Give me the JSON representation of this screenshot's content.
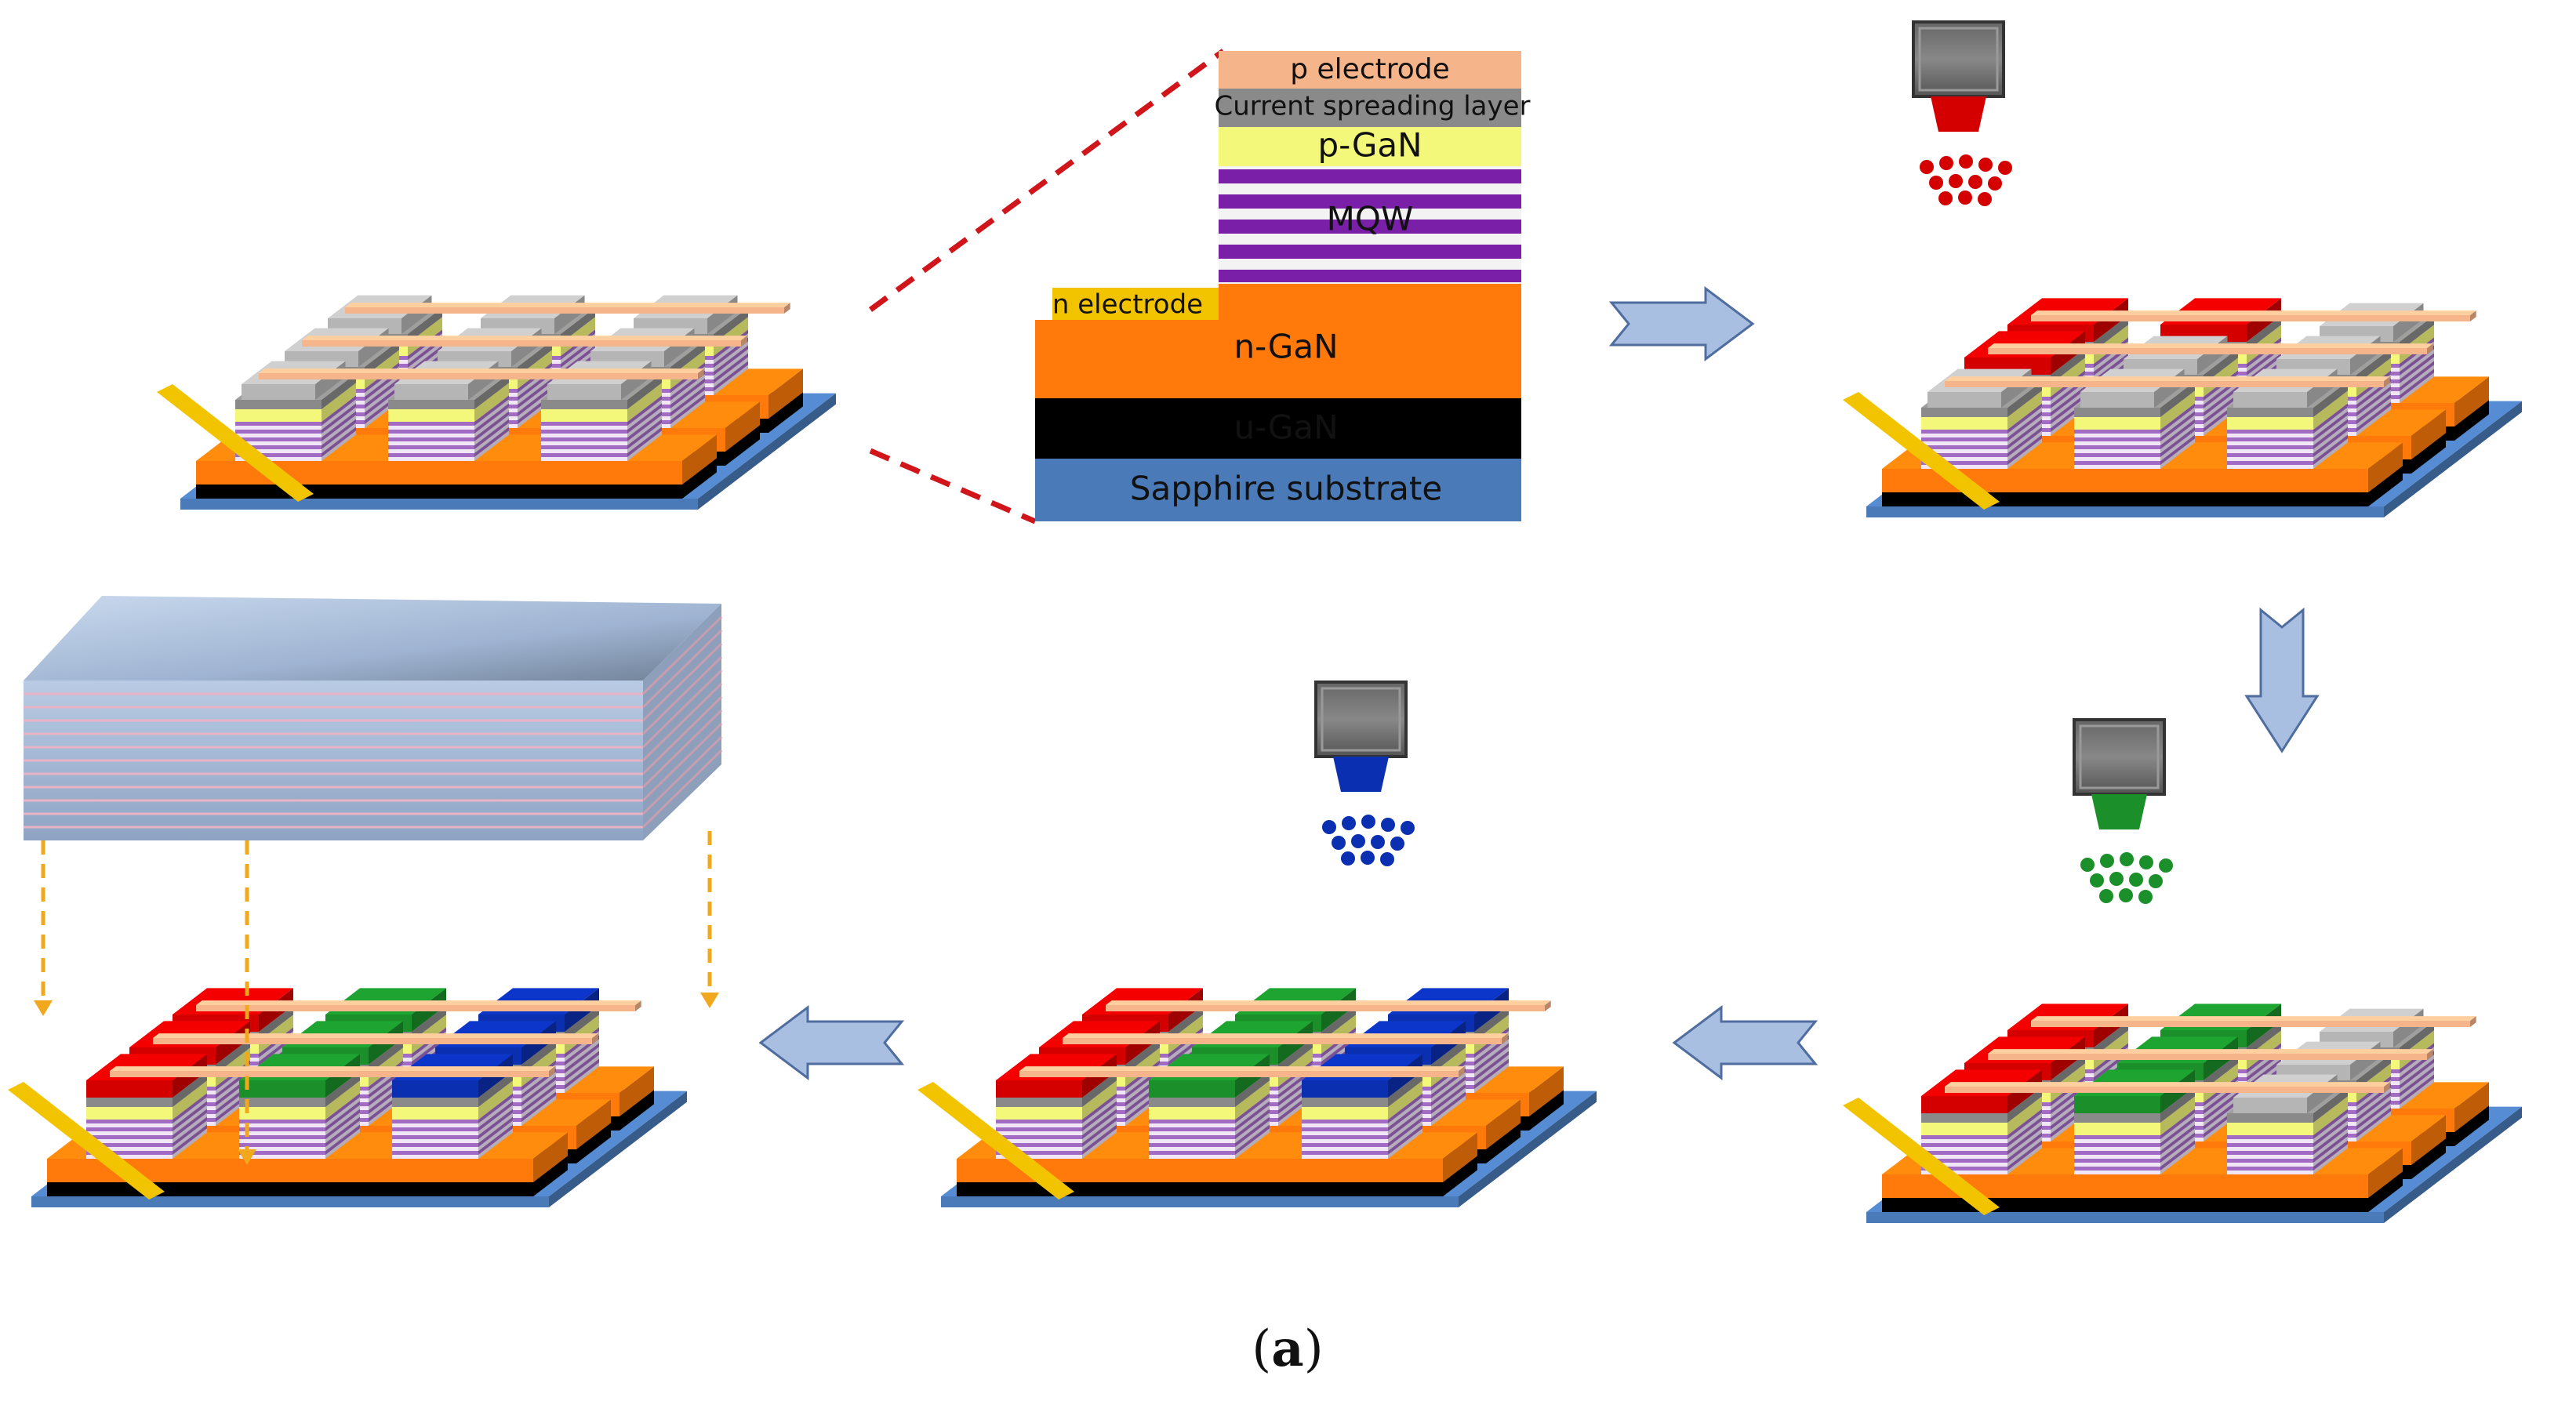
{
  "layer_stack": {
    "p_electrode": "p electrode",
    "current_spreading": "Current spreading layer",
    "p_gan": "p-GaN",
    "mqw": "MQW",
    "n_electrode": "n electrode",
    "n_gan": "n-GaN",
    "u_gan": "u-GaN",
    "substrate": "Sapphire substrate"
  },
  "caption": {
    "open": "(",
    "letter": "a",
    "close": ")"
  },
  "colors": {
    "red_qd": "#d40000",
    "green_qd": "#1a8f2a",
    "blue_qd": "#0a2fb0",
    "n_gan": "#ff7a0a",
    "u_gan": "#000000",
    "sapphire": "#4a7ab8",
    "p_gan": "#f3f77a",
    "mqw": "#7a1fa8",
    "p_electrode": "#f6b48a",
    "current_spreading": "#8a8a8a",
    "n_electrode": "#f2c400",
    "arrow": "#a9bfe2"
  },
  "icons": [
    "printer-nozzle-icon",
    "process-arrow-icon",
    "zoom-dashed-line"
  ]
}
